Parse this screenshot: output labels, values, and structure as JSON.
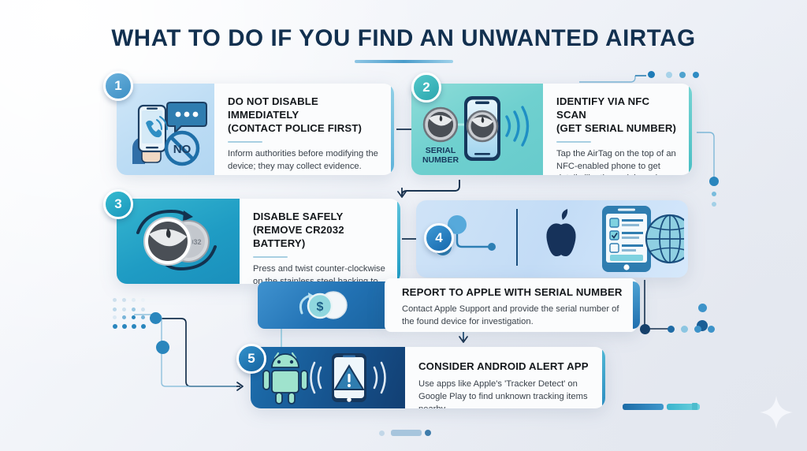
{
  "header": {
    "title": "WHAT TO DO IF YOU FIND AN UNWANTED AIRTAG"
  },
  "steps": [
    {
      "number": "1",
      "title": "DO NOT DISABLE IMMEDIATELY (CONTACT POLICE FIRST)",
      "title_line1": "DO NOT DISABLE IMMEDIATELY",
      "title_line2": "(CONTACT POLICE FIRST)",
      "description": "Inform authorities before modifying the device; they may collect evidence.",
      "icons": [
        "phone-ringing-icon",
        "speech-bubble-icon",
        "no-prohibited-icon"
      ],
      "icon_label": "NO",
      "accent": "#3d8fc4",
      "pane_color": "#bcdcf4"
    },
    {
      "number": "2",
      "title": "IDENTIFY VIA NFC SCAN (GET SERIAL NUMBER)",
      "title_line1": "IDENTIFY VIA NFC SCAN",
      "title_line2": "(GET SERIAL NUMBER)",
      "description": "Tap the AirTag on the top of an NFC-enabled phone to get details like the serial number.",
      "icons": [
        "airtag-icon",
        "smartphone-icon",
        "nfc-waves-icon"
      ],
      "icon_label_line1": "SERIAL",
      "icon_label_line2": "NUMBER",
      "accent": "#2aa6ae",
      "pane_color": "#6fd0cf"
    },
    {
      "number": "3",
      "title": "DISABLE SAFELY (REMOVE CR2032 BATTERY)",
      "title_line1": "DISABLE SAFELY",
      "title_line2": "(REMOVE CR2032 BATTERY)",
      "description": "Press and twist counter-clockwise on the stainless steel backing to remove the battery.",
      "icons": [
        "airtag-icon",
        "coin-battery-icon",
        "rotate-counterclockwise-icon"
      ],
      "battery_label": "CR2032",
      "accent": "#1b97bd",
      "pane_color": "#1f9cc4"
    },
    {
      "number": "4",
      "title": "REPORT TO APPLE WITH SERIAL NUMBER",
      "description": "Contact Apple Support and provide the serial number of the found device for investigation.",
      "icons": [
        "node-network-icon",
        "apple-logo-icon",
        "support-form-icon",
        "globe-icon",
        "coins-dollar-icon"
      ],
      "accent": "#1668ad",
      "pane_color": "#c3dcf6"
    },
    {
      "number": "5",
      "title": "CONSIDER ANDROID ALERT APP",
      "description": "Use apps like Apple's 'Tracker Detect' on Google Play to find unknown tracking items nearby.",
      "icons": [
        "android-robot-icon",
        "alert-phone-icon",
        "signal-waves-icon"
      ],
      "accent": "#15639f",
      "pane_color": "#16538e"
    }
  ],
  "theme": {
    "title_color": "#12304f",
    "body_text_color": "#3a424b",
    "heading_color": "#14181c",
    "background": "#eef1f7",
    "connector_color": "#16304d",
    "accent_light": "#8fc6e4",
    "accent_mid": "#4a9ccb"
  }
}
